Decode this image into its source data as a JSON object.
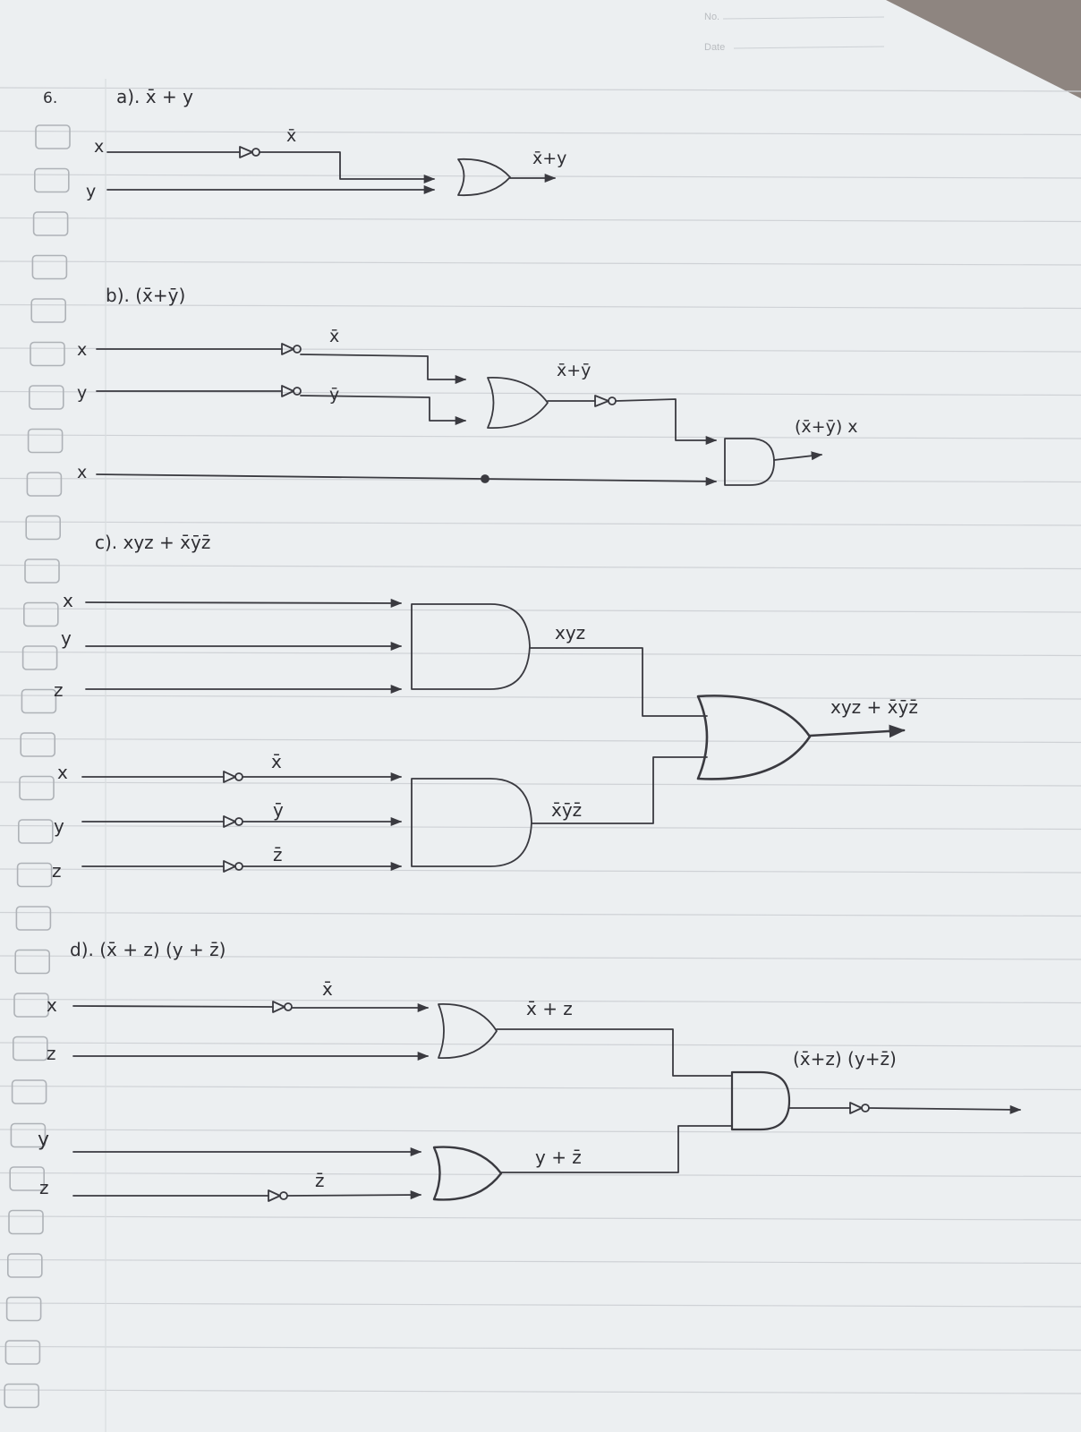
{
  "header": {
    "no_label": "No.",
    "date_label": "Date"
  },
  "problem_number": "6.",
  "parts": {
    "a": {
      "title": "a). x̄ + y",
      "inputs": [
        "x",
        "y"
      ],
      "labels": {
        "not_x": "x̄",
        "output": "x̄+y"
      }
    },
    "b": {
      "title": "b). (x̄+ȳ)",
      "inputs": [
        "x",
        "y",
        "x"
      ],
      "labels": {
        "not_x": "x̄",
        "not_y": "ȳ",
        "or_out": "x̄+ȳ",
        "output": "(x̄+ȳ) x"
      }
    },
    "c": {
      "title": "c). xyz + x̄ȳz̄",
      "inputs": [
        "x",
        "y",
        "z",
        "x",
        "y",
        "z"
      ],
      "labels": {
        "not_x": "x̄",
        "not_y": "ȳ",
        "not_z": "z̄",
        "and1_out": "xyz",
        "and2_out": "x̄ȳz̄",
        "output": "xyz + x̄ȳz̄"
      }
    },
    "d": {
      "title": "d). (x̄ + z) (y + z̄)",
      "inputs": [
        "x",
        "z",
        "y",
        "z"
      ],
      "labels": {
        "not_x": "x̄",
        "not_z": "z̄",
        "or1_out": "x̄ + z",
        "or2_out": "y + z̄",
        "output": "(x̄+z)  (y+z̄)"
      }
    }
  }
}
